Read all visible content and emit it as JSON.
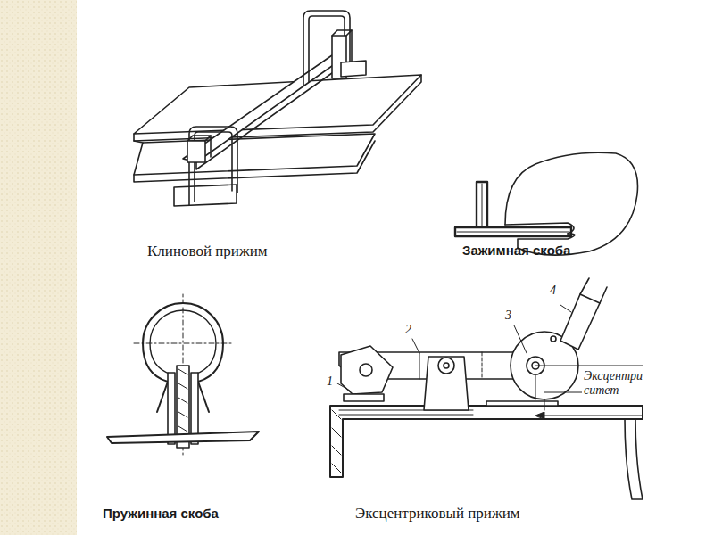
{
  "diagram": {
    "labels": [
      "Клиновой прижим",
      "Зажимная скоба",
      "Пружинная скоба",
      "Эксцентриковый прижим",
      "1",
      "2",
      "3",
      "4",
      "Эксцентри ситет"
    ]
  }
}
